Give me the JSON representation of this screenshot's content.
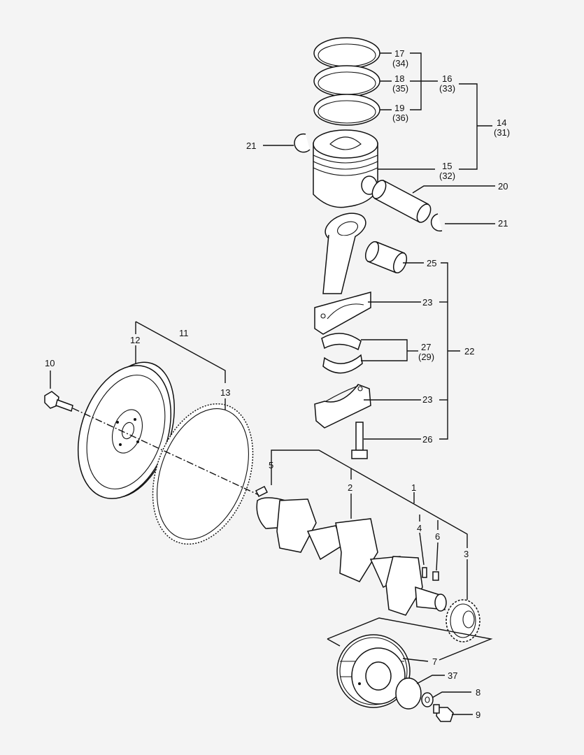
{
  "labels": {
    "l1": "1",
    "l2": "2",
    "l3": "3",
    "l4": "4",
    "l5": "5",
    "l6": "6",
    "l7": "7",
    "l8": "8",
    "l9": "9",
    "l10": "10",
    "l11": "11",
    "l12": "12",
    "l13": "13",
    "l14": "14",
    "l14b": "(31)",
    "l15": "15",
    "l15b": "(32)",
    "l16": "16",
    "l16b": "(33)",
    "l17": "17",
    "l17b": "(34)",
    "l18": "18",
    "l18b": "(35)",
    "l19": "19",
    "l19b": "(36)",
    "l20": "20",
    "l21a": "21",
    "l21b": "21",
    "l22": "22",
    "l23a": "23",
    "l23b": "23",
    "l25": "25",
    "l26": "26",
    "l27": "27",
    "l27b": "(29)",
    "l37": "37"
  }
}
